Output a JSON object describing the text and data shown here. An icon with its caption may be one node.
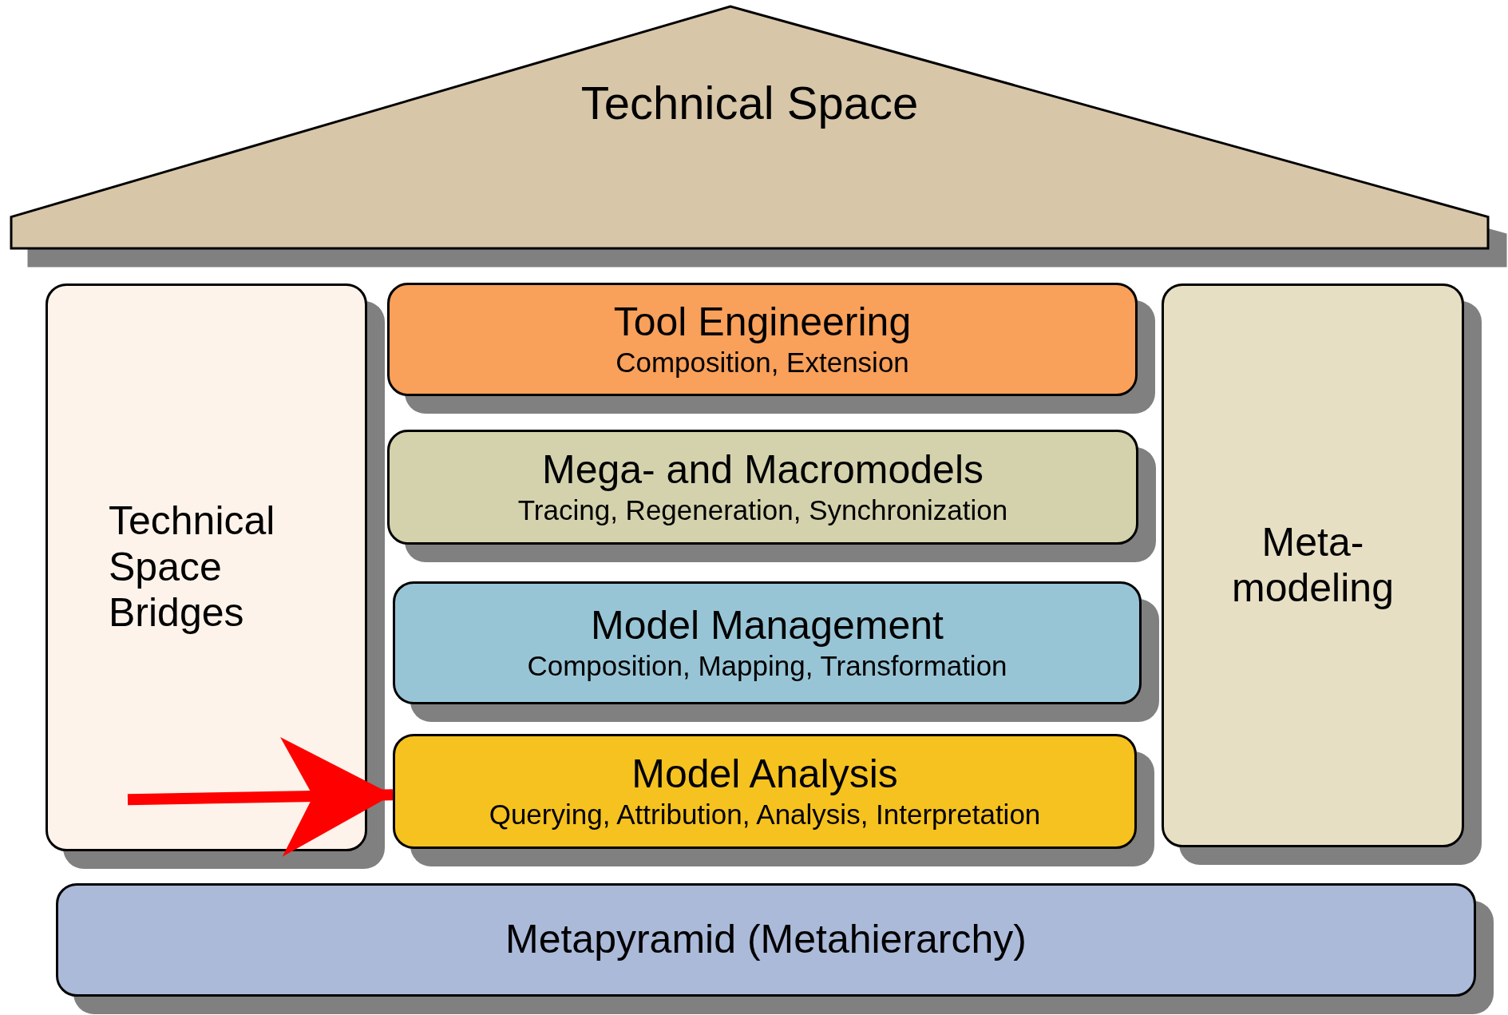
{
  "diagram": {
    "nodes": [
      {
        "text": [
          "Technical Space"
        ]
      },
      {
        "text": [
          "Technical Space Bridges"
        ]
      },
      {
        "text": [
          "Tool Engineering",
          "Composition, Extension"
        ]
      },
      {
        "text": [
          "Mega- and Macromodels",
          "Tracing, Regeneration, Synchronization"
        ]
      },
      {
        "text": [
          "Model Management",
          "Composition, Mapping, Transformation"
        ]
      },
      {
        "text": [
          "Model Analysis",
          "Querying, Attribution, Analysis, Interpretation"
        ]
      },
      {
        "text": [
          "Meta- modeling"
        ]
      },
      {
        "text": [
          "Metapyramid (Metahierarchy)"
        ]
      }
    ],
    "edges": [
      {
        "from": 1,
        "to": 5,
        "arrow": "to",
        "color": "#ff0000"
      }
    ]
  }
}
